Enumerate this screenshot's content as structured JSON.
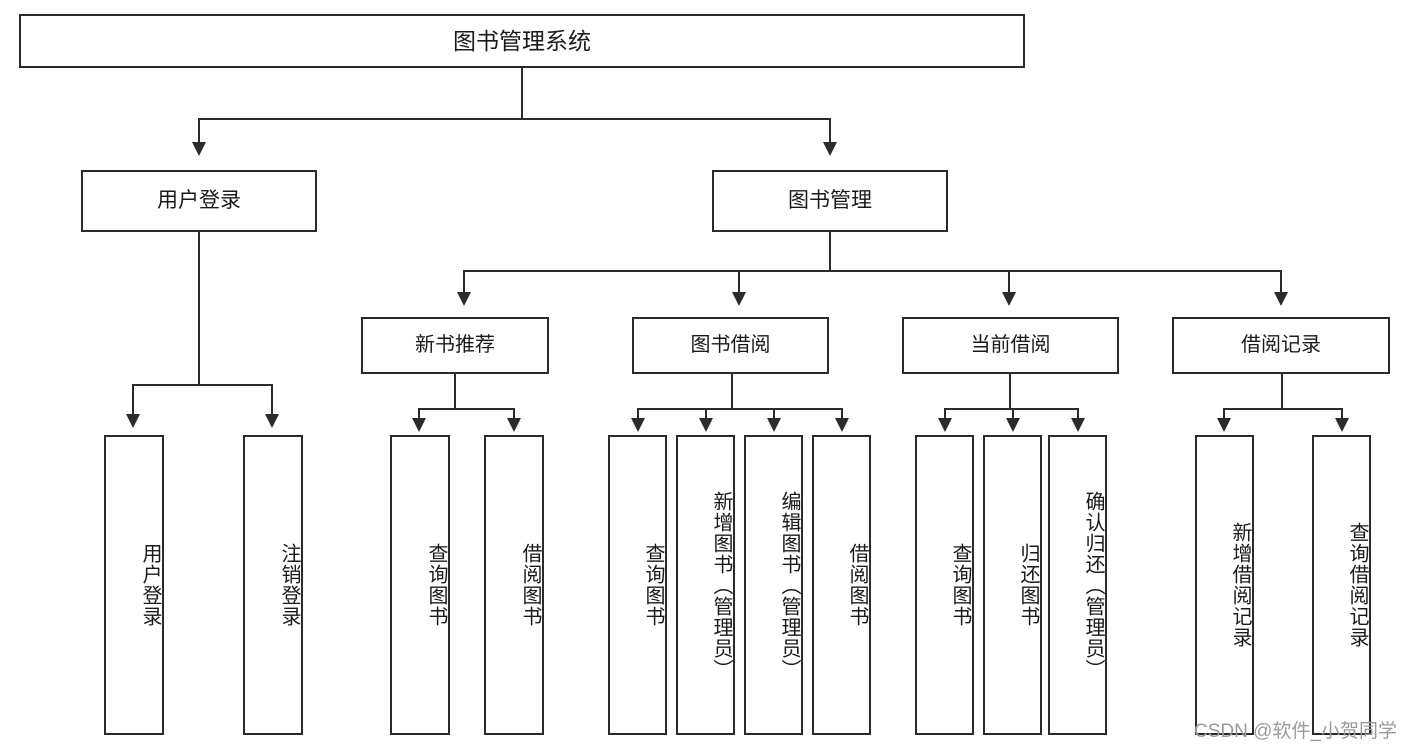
{
  "diagram": {
    "title": "图书管理系统",
    "root": {
      "label": "图书管理系统"
    },
    "level2": [
      {
        "label": "用户登录"
      },
      {
        "label": "图书管理"
      }
    ],
    "level3": [
      {
        "label": "新书推荐"
      },
      {
        "label": "图书借阅"
      },
      {
        "label": "当前借阅"
      },
      {
        "label": "借阅记录"
      }
    ],
    "leaves": {
      "user_login": [
        {
          "label": "用户登录"
        },
        {
          "label": "注销登录"
        }
      ],
      "new_book_recommend": [
        {
          "label": "查询图书"
        },
        {
          "label": "借阅图书"
        }
      ],
      "book_borrow": [
        {
          "label": "查询图书"
        },
        {
          "label": "新增图书（管理员）"
        },
        {
          "label": "编辑图书（管理员）"
        },
        {
          "label": "借阅图书"
        }
      ],
      "current_borrow": [
        {
          "label": "查询图书"
        },
        {
          "label": "归还图书"
        },
        {
          "label": "确认归还（管理员）"
        }
      ],
      "borrow_record": [
        {
          "label": "新增借阅记录"
        },
        {
          "label": "查询借阅记录"
        }
      ]
    }
  },
  "watermark": {
    "text": "CSDN @软件_小贺同学"
  },
  "colors": {
    "stroke": "#2b2b2b",
    "fill": "#ffffff",
    "text": "#1a1a1a",
    "watermark": "#9a9a9a"
  }
}
